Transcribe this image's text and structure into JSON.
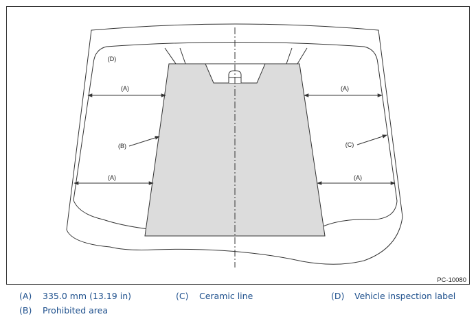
{
  "figure": {
    "callouts": {
      "a_left_upper": "(A)",
      "a_right_upper": "(A)",
      "a_left_lower": "(A)",
      "a_right_lower": "(A)",
      "b": "(B)",
      "c": "(C)",
      "d": "(D)"
    },
    "figure_code": "PC-10080",
    "colors": {
      "line": "#333333",
      "prohibited_fill": "#dcdcdc",
      "legend_text": "#1d4f8c"
    }
  },
  "legend": [
    {
      "key": "(A)",
      "text": "335.0 mm (13.19 in)"
    },
    {
      "key": "(C)",
      "text": "Ceramic line"
    },
    {
      "key": "(D)",
      "text": "Vehicle inspection label"
    },
    {
      "key": "(B)",
      "text": "Prohibited area"
    }
  ]
}
